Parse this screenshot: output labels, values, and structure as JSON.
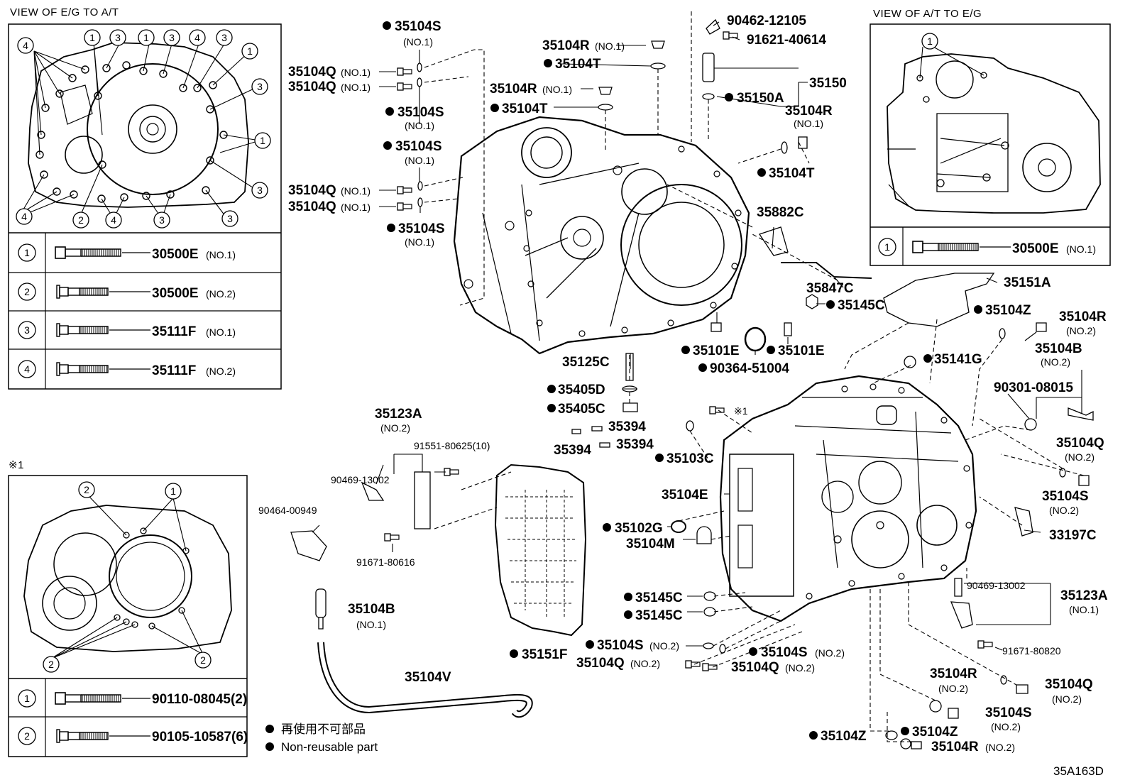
{
  "headers": {
    "view_eg_to_at": "VIEW OF E/G TO A/T",
    "view_at_to_eg": "VIEW OF A/T TO E/G",
    "note_mark": "※1"
  },
  "tables": {
    "eg_to_at": [
      {
        "num": "1",
        "part": "30500E",
        "sub": "(NO.1)"
      },
      {
        "num": "2",
        "part": "30500E",
        "sub": "(NO.2)"
      },
      {
        "num": "3",
        "part": "35111F",
        "sub": "(NO.1)"
      },
      {
        "num": "4",
        "part": "35111F",
        "sub": "(NO.2)"
      }
    ],
    "at_to_eg": [
      {
        "num": "1",
        "part": "30500E",
        "sub": "(NO.1)"
      }
    ],
    "note1": [
      {
        "num": "1",
        "part": "90110-08045(2)"
      },
      {
        "num": "2",
        "part": "90105-10587(6)"
      }
    ]
  },
  "legend": {
    "ja": "再使用不可部品",
    "en": "Non-reusable part"
  },
  "drawing_code": "35A163D",
  "labels": [
    {
      "id": "l1",
      "text": "35104S",
      "nr": true,
      "sub": "(NO.1)"
    },
    {
      "id": "l2",
      "text": "35104Q",
      "sub": "(NO.1)"
    },
    {
      "id": "l3",
      "text": "35104Q",
      "sub": "(NO.1)"
    },
    {
      "id": "l4",
      "text": "35104S",
      "nr": true,
      "sub": "(NO.1)"
    },
    {
      "id": "l5",
      "text": "35104S",
      "nr": true,
      "sub": "(NO.1)"
    },
    {
      "id": "l6",
      "text": "35104Q",
      "sub": "(NO.1)"
    },
    {
      "id": "l7",
      "text": "35104Q",
      "sub": "(NO.1)"
    },
    {
      "id": "l8",
      "text": "35104S",
      "nr": true,
      "sub": "(NO.1)"
    },
    {
      "id": "l9",
      "text": "35104R",
      "sub": "(NO.1)"
    },
    {
      "id": "l10",
      "text": "35104T",
      "nr": true
    },
    {
      "id": "l11",
      "text": "35104R",
      "sub": "(NO.1)"
    },
    {
      "id": "l12",
      "text": "35104T",
      "nr": true
    },
    {
      "id": "l13",
      "text": "90462-12105"
    },
    {
      "id": "l14",
      "text": "91621-40614"
    },
    {
      "id": "l15",
      "text": "35150"
    },
    {
      "id": "l16",
      "text": "35150A",
      "nr": true
    },
    {
      "id": "l17",
      "text": "35104R",
      "sub": "(NO.1)"
    },
    {
      "id": "l18",
      "text": "35104T",
      "nr": true
    },
    {
      "id": "l19",
      "text": "35882C"
    },
    {
      "id": "l20",
      "text": "35847C"
    },
    {
      "id": "l21",
      "text": "35145C",
      "nr": true
    },
    {
      "id": "l22",
      "text": "35151A"
    },
    {
      "id": "l23",
      "text": "35104Z",
      "nr": true
    },
    {
      "id": "l24",
      "text": "35104R",
      "sub": "(NO.2)"
    },
    {
      "id": "l25",
      "text": "35104B",
      "sub": "(NO.2)"
    },
    {
      "id": "l26",
      "text": "90301-08015"
    },
    {
      "id": "l27",
      "text": "35101E",
      "nr": true
    },
    {
      "id": "l28",
      "text": "35101E",
      "nr": true
    },
    {
      "id": "l29",
      "text": "90364-51004",
      "nr": true
    },
    {
      "id": "l30",
      "text": "35141G",
      "nr": true
    },
    {
      "id": "l31",
      "text": "35125C"
    },
    {
      "id": "l32",
      "text": "35405D",
      "nr": true
    },
    {
      "id": "l33",
      "text": "35405C",
      "nr": true
    },
    {
      "id": "l34",
      "text": "35394"
    },
    {
      "id": "l35",
      "text": "35394"
    },
    {
      "id": "l36",
      "text": "35394"
    },
    {
      "id": "l37",
      "text": "35103C",
      "nr": true
    },
    {
      "id": "l38",
      "text": "※1"
    },
    {
      "id": "l39",
      "text": "35104Q",
      "sub": "(NO.2)"
    },
    {
      "id": "l40",
      "text": "35104S",
      "sub": "(NO.2)"
    },
    {
      "id": "l41",
      "text": "33197C"
    },
    {
      "id": "l42",
      "text": "35123A",
      "sub": "(NO.2)"
    },
    {
      "id": "l43",
      "text": "91551-80625(10)"
    },
    {
      "id": "l44",
      "text": "90469-13002"
    },
    {
      "id": "l45",
      "text": "90464-00949"
    },
    {
      "id": "l46",
      "text": "91671-80616"
    },
    {
      "id": "l47",
      "text": "35104E"
    },
    {
      "id": "l48",
      "text": "35102G",
      "nr": true
    },
    {
      "id": "l49",
      "text": "35104M"
    },
    {
      "id": "l50",
      "text": "35104B",
      "sub": "(NO.1)"
    },
    {
      "id": "l51",
      "text": "35145C",
      "nr": true
    },
    {
      "id": "l52",
      "text": "35145C",
      "nr": true
    },
    {
      "id": "l53",
      "text": "35151F",
      "nr": true
    },
    {
      "id": "l54",
      "text": "35104S",
      "nr": true,
      "sub": "(NO.2)"
    },
    {
      "id": "l55",
      "text": "35104S",
      "nr": true,
      "sub": "(NO.2)"
    },
    {
      "id": "l56",
      "text": "35104Q",
      "sub": "(NO.2)"
    },
    {
      "id": "l57",
      "text": "35104Q",
      "sub": "(NO.2)"
    },
    {
      "id": "l58",
      "text": "90469-13002"
    },
    {
      "id": "l59",
      "text": "35123A",
      "sub": "(NO.1)"
    },
    {
      "id": "l60",
      "text": "91671-80820"
    },
    {
      "id": "l61",
      "text": "35104V"
    },
    {
      "id": "l62",
      "text": "35104R",
      "sub": "(NO.2)"
    },
    {
      "id": "l63",
      "text": "35104Q",
      "sub": "(NO.2)"
    },
    {
      "id": "l64",
      "text": "35104S",
      "sub": "(NO.2)"
    },
    {
      "id": "l65",
      "text": "35104Z",
      "nr": true
    },
    {
      "id": "l66",
      "text": "35104Z",
      "nr": true
    },
    {
      "id": "l67",
      "text": "35104R",
      "sub": "(NO.2)"
    }
  ]
}
